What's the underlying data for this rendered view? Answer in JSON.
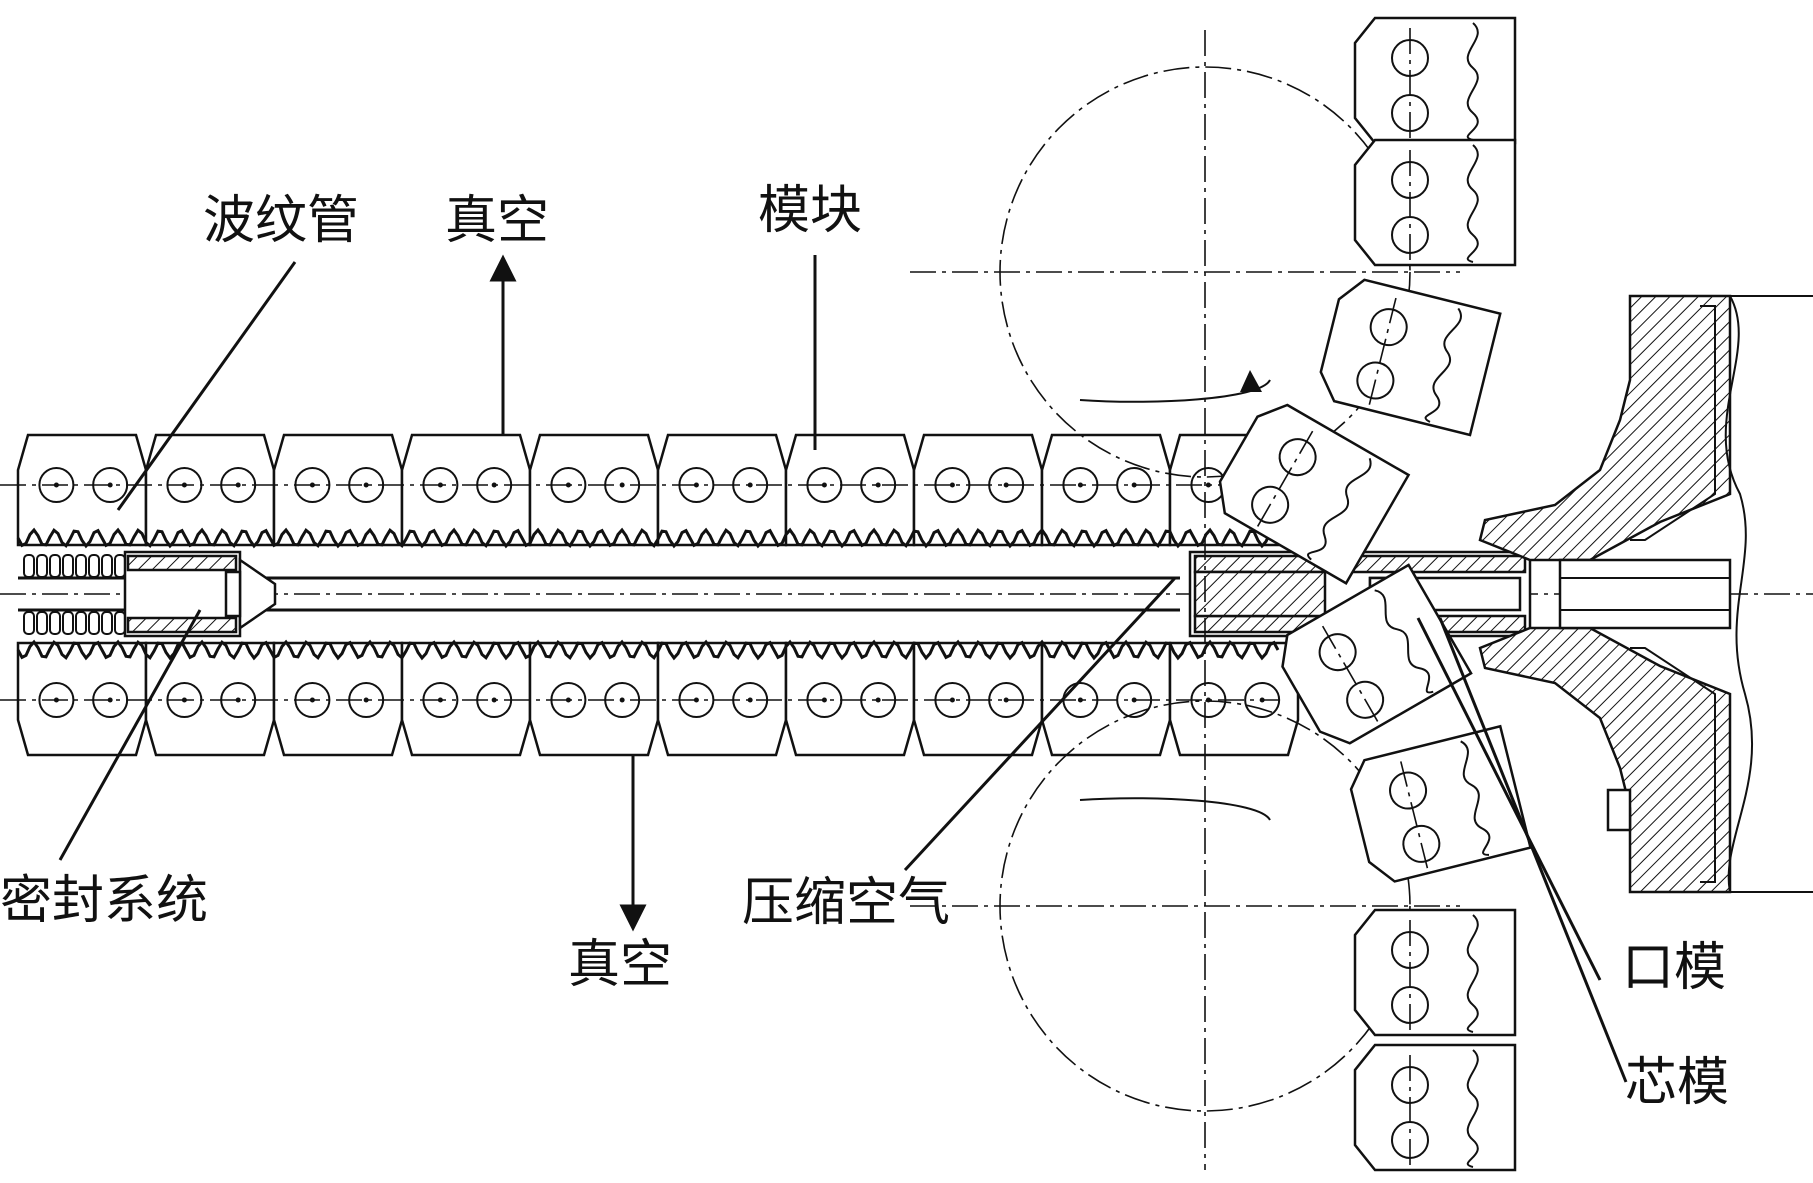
{
  "labels": {
    "bellows_pipe": "波纹管",
    "vacuum_top": "真空",
    "module": "模块",
    "seal_system": "密封系统",
    "vacuum_bottom": "真空",
    "compressed_air": "压缩空气",
    "die": "口模",
    "mandrel": "芯模"
  }
}
